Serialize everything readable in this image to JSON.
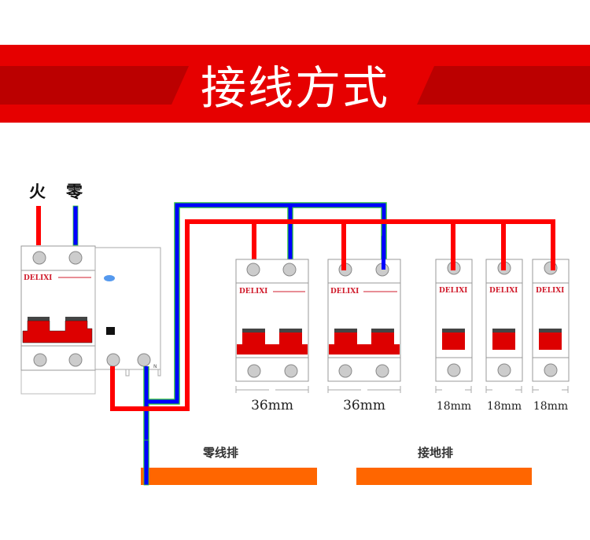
{
  "banner": {
    "title": "接线方式",
    "background_color": "#e60000",
    "stripe_color": "#bb0000",
    "text_color": "#ffffff"
  },
  "supply": {
    "live_label": "火",
    "neutral_label": "零"
  },
  "main_breaker": {
    "brand": "DELIXI",
    "poles": 2,
    "rcd_terminal_label": "N"
  },
  "branch_breakers": [
    {
      "brand": "DELIXI",
      "poles": 2,
      "width_label": "36mm",
      "feeds": [
        "live",
        "neutral"
      ]
    },
    {
      "brand": "DELIXI",
      "poles": 2,
      "width_label": "36mm",
      "feeds": [
        "live",
        "neutral"
      ]
    },
    {
      "brand": "DELIXI",
      "poles": 1,
      "width_label": "18mm",
      "feeds": [
        "live"
      ]
    },
    {
      "brand": "DELIXI",
      "poles": 1,
      "width_label": "18mm",
      "feeds": [
        "live"
      ]
    },
    {
      "brand": "DELIXI",
      "poles": 1,
      "width_label": "18mm",
      "feeds": [
        "live"
      ]
    }
  ],
  "bus_bars": {
    "neutral_label": "零线排",
    "ground_label": "接地排",
    "color": "#ff6600"
  },
  "wire_colors": {
    "live": "#ff0000",
    "neutral": "#0000ff",
    "neutral_outline": "#33cc33",
    "handle": "#dd0000"
  }
}
